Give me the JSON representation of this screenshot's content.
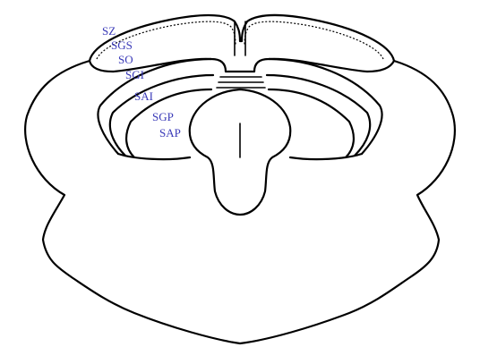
{
  "diagram": {
    "layer_labels": [
      "SZ",
      "SGS",
      "SO",
      "SGI",
      "SAI",
      "SGP",
      "SAP"
    ],
    "colors": {
      "label": "#3a3ab8",
      "line": "#000000",
      "background": "#ffffff"
    }
  }
}
